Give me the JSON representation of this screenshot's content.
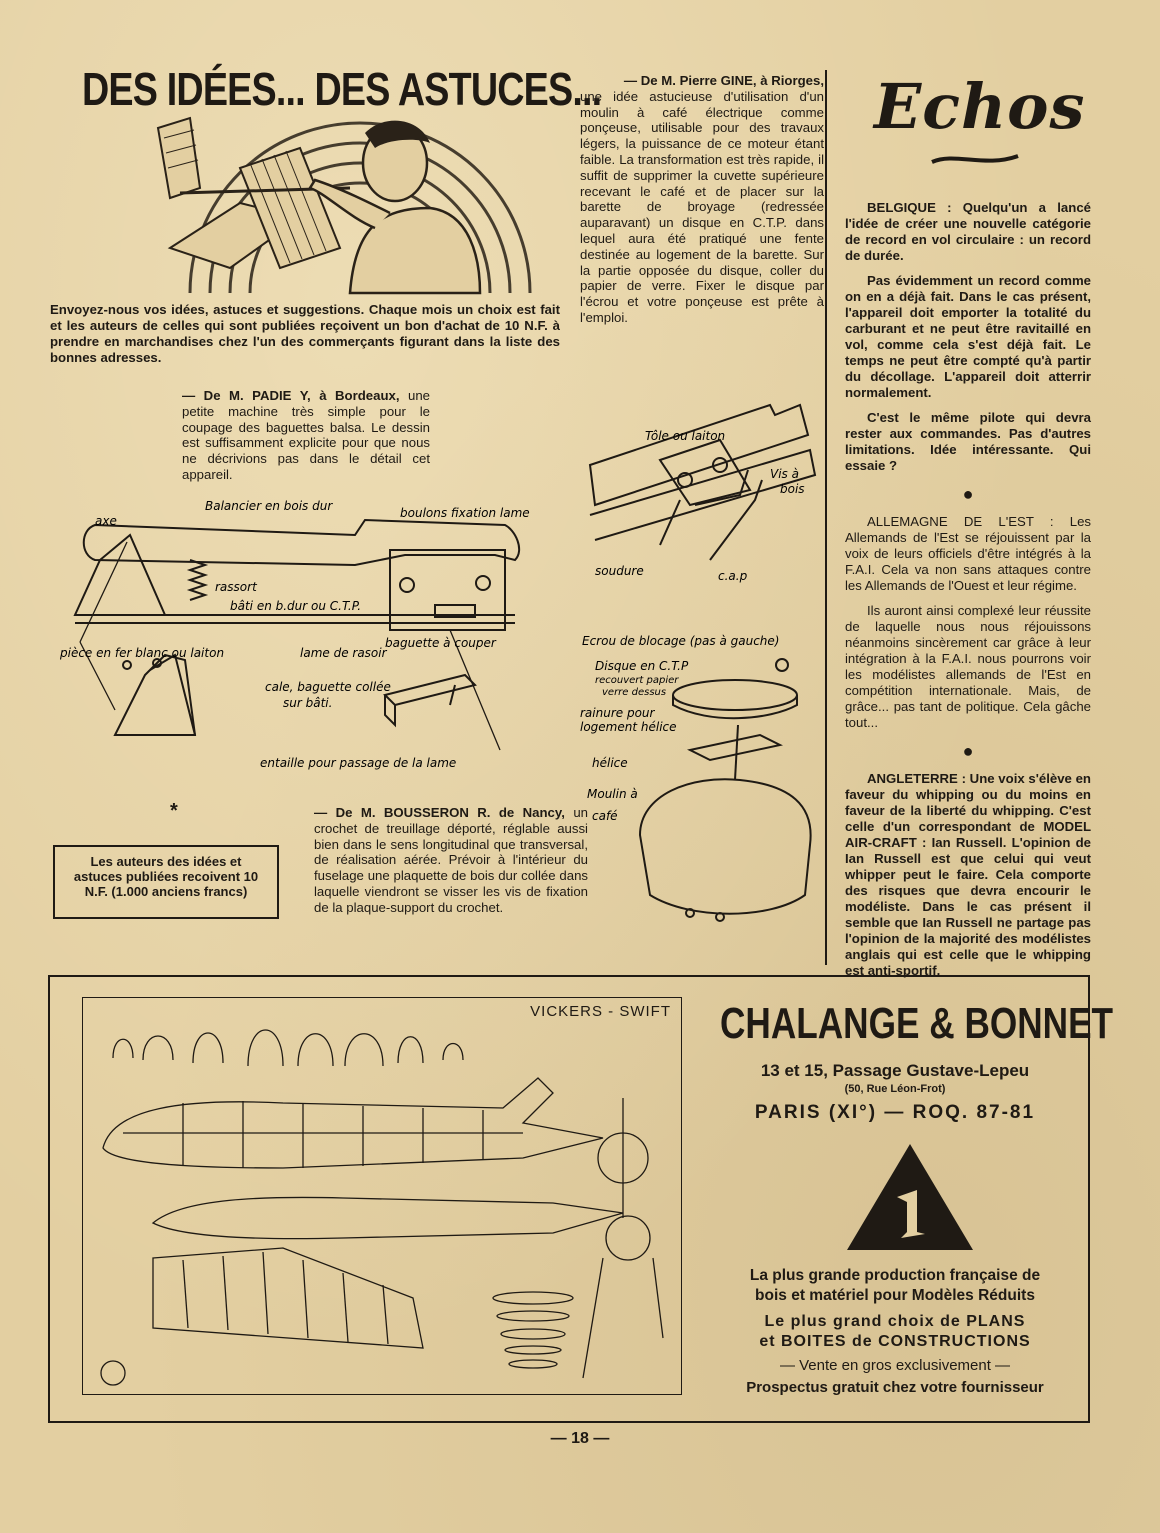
{
  "left_column": {
    "title": "DES IDÉES... DES ASTUCES...",
    "intro": "Envoyez-nous vos idées, astuces et suggestions. Chaque mois un choix est fait et les auteurs de celles qui sont publiées reçoivent un bon d'achat de 10 N.F. à prendre en marchandises chez l'un des commerçants figurant dans la liste des bonnes adresses.",
    "padie_lead": "— De M. PADIE Y, à Bordeaux, ",
    "padie_body": "une petite machine très simple pour le coupage des baguettes balsa. Le dessin est suffisamment explicite pour que nous ne décrivions pas dans le détail cet appareil.",
    "asterisk": "*",
    "box_text": "Les auteurs des idées et astuces publiées recoivent 10 N.F. (1.000 anciens francs)"
  },
  "diagram1_labels": {
    "balancier": "Balancier en bois dur",
    "boulons": "boulons fixation lame",
    "axe": "axe",
    "ressort": "rassort",
    "bati": "bâti en b.dur ou C.T.P.",
    "piece": "pièce en fer blanc ou laiton",
    "lame": "lame de rasoir",
    "baguette": "baguette à couper",
    "cale1": "cale, baguette collée",
    "cale2": "sur bâti.",
    "entaille": "entaille pour passage de la lame"
  },
  "middle_column": {
    "gine_lead": "— De M. Pierre GINE, à Riorges,",
    "gine_body": "une idée astucieuse d'utilisation d'un moulin à café électrique comme ponçeuse, utilisable pour des travaux légers, la puissance de ce moteur étant faible. La transformation est très rapide, il suffit de supprimer la cuvette supérieure recevant le café et de placer sur la barette de broyage (redressée auparavant) un disque en C.T.P. dans lequel aura été pratiqué une fente destinée au logement de la barette. Sur la partie opposée du disque, coller du papier de verre. Fixer le disque par l'écrou et votre ponçeuse est prête à l'emploi.",
    "bousseron_lead": "— De M. BOUSSERON R. de Nancy,",
    "bousseron_body": "un crochet de treuillage déporté, réglable aussi bien dans le sens longitudinal que transversal, de réalisation aérée. Prévoir à l'intérieur du fuselage une plaquette de bois dur collée dans laquelle viendront se visser les vis de fixation de la plaque-support du crochet."
  },
  "diagram2_labels": {
    "tole": "Tôle ou laiton",
    "vis1": "Vis à",
    "vis2": "bois",
    "soudure": "soudure",
    "cap": "c.a.p",
    "ecrou": "Ecrou de blocage (pas à gauche)",
    "disque1": "Disque en C.T.P",
    "disque2": "recouvert papier",
    "disque3": "verre dessus",
    "rainure1": "rainure pour",
    "rainure2": "logement hélice",
    "helice": "hélice",
    "moulin1": "Moulin à",
    "moulin2": "café"
  },
  "echos": {
    "title": "Echos",
    "belgique": "BELGIQUE : Quelqu'un a lancé l'idée de créer une nouvelle catégorie de record en vol circulaire : un record de durée.",
    "belgique2": "Pas évidemment un record comme on en a déjà fait. Dans le cas présent, l'appareil doit emporter la totalité du carburant et ne peut être ravitaillé en vol, comme cela s'est déjà fait. Le temps ne peut être compté qu'à partir du décollage. L'appareil doit atterrir normalement.",
    "belgique3": "C'est le même pilote qui devra rester aux commandes. Pas d'autres limitations. Idée intéressante. Qui essaie ?",
    "bullet": "●",
    "allemagne": "ALLEMAGNE DE L'EST : Les Allemands de l'Est se réjouissent par la voix de leurs officiels d'être intégrés à la F.A.I. Cela va non sans attaques contre les Allemands de l'Ouest et leur régime.",
    "allemagne2": "Ils auront ainsi complexé leur réussite de laquelle nous nous réjouissons néanmoins sincèrement car grâce à leur intégration à la F.A.I. nous pourrons voir les modélistes allemands de l'Est en compétition internationale. Mais, de grâce... pas tant de politique. Cela gâche tout...",
    "angleterre": "ANGLETERRE : Une voix s'élève en faveur du whipping ou du moins en faveur de la liberté du whipping. C'est celle d'un correspondant de MODEL AIR-CRAFT : Ian Russell. L'opinion de Ian Russell est que celui qui veut whipper peut le faire. Cela comporte des risques que devra encourir le modéliste. Dans le cas présent il semble que Ian Russell ne partage pas l'opinion de la majorité des modélistes anglais qui est celle que le whipping est anti-sportif."
  },
  "advert": {
    "plan_title": "VICKERS - SWIFT",
    "company": "CHALANGE & BONNET",
    "address": "13 et 15, Passage Gustave-Lepeu",
    "address_sub": "(50, Rue Léon-Frot)",
    "city": "PARIS (XI°) — ROQ. 87-81",
    "tag1": "La plus grande production française de",
    "tag2": "bois et matériel pour Modèles Réduits",
    "tag3": "Le plus grand choix de PLANS",
    "tag4": "et BOITES de CONSTRUCTIONS",
    "tag5": "— Vente en gros exclusivement —",
    "tag6": "Prospectus gratuit chez votre fournisseur"
  },
  "footer": {
    "page": "— 18 —"
  }
}
